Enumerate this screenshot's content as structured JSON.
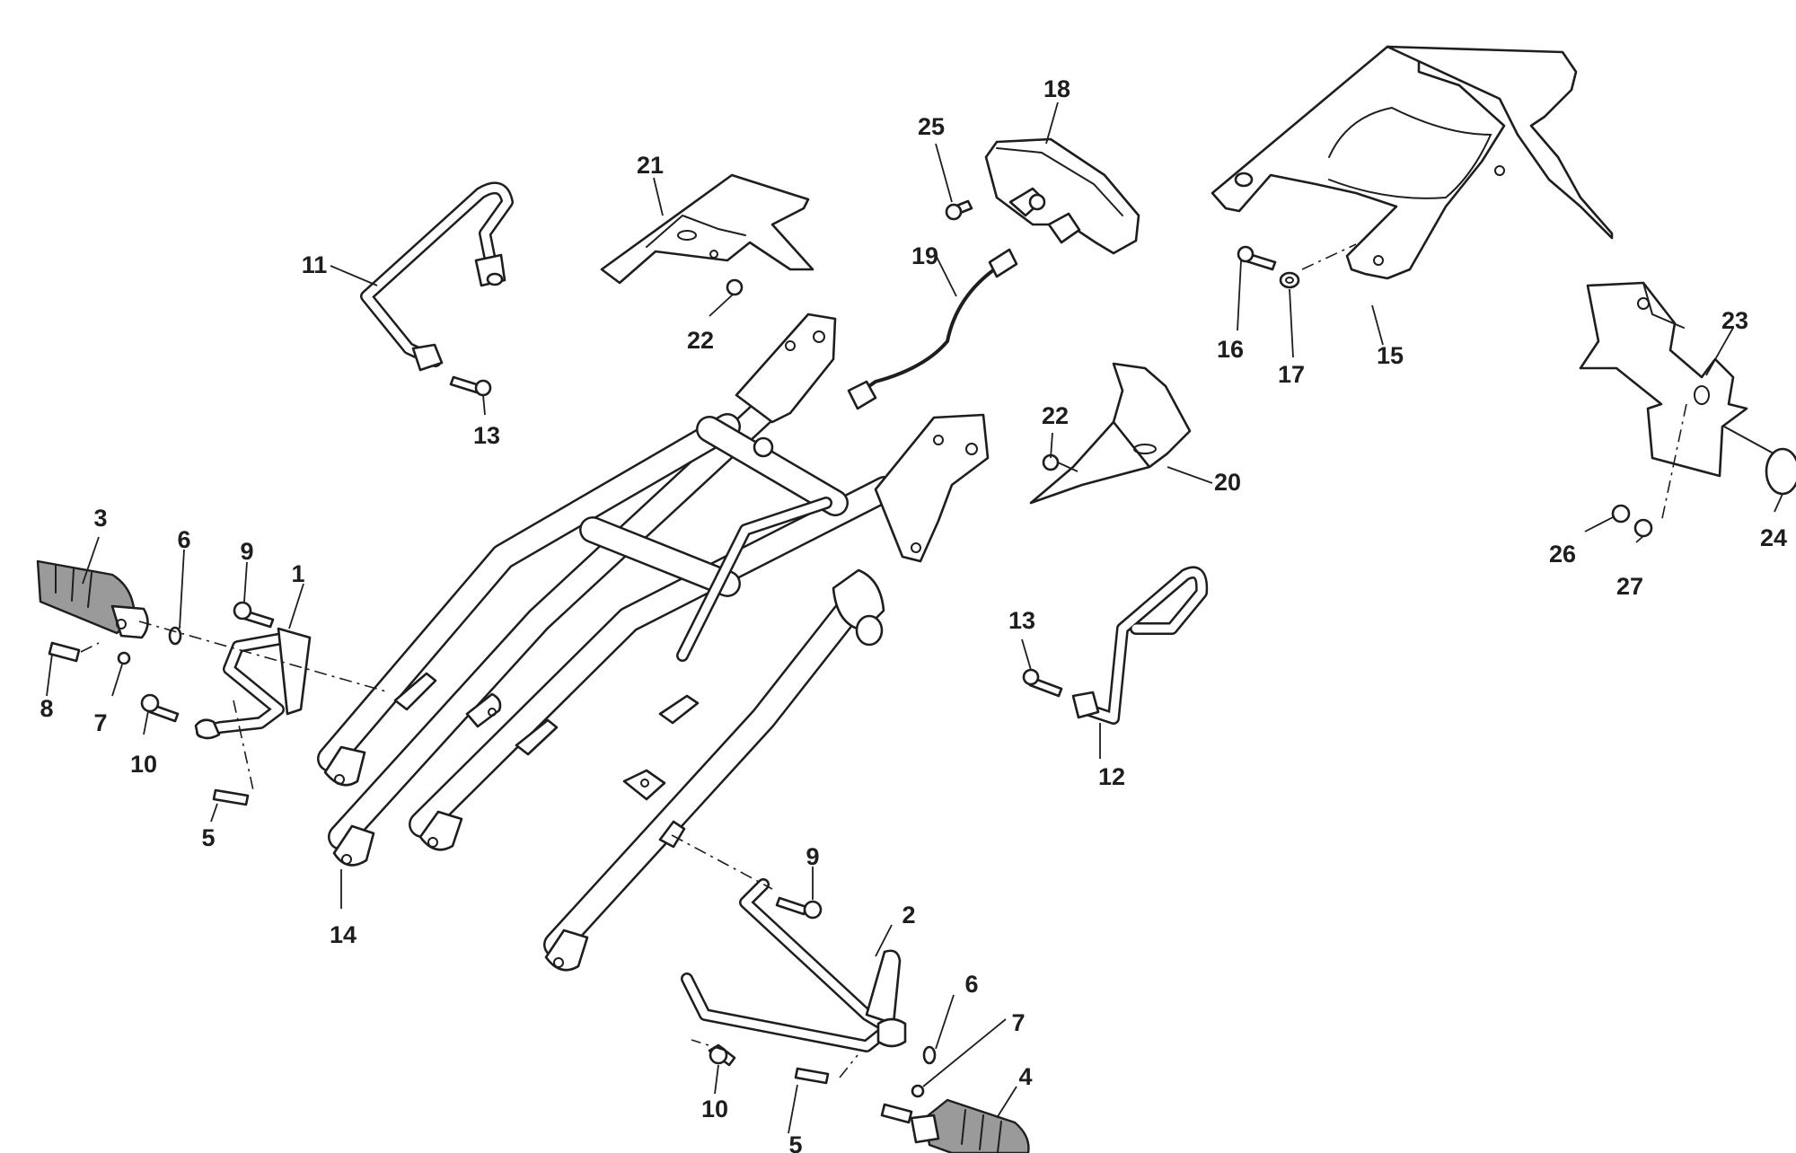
{
  "diagram": {
    "callouts": {
      "c1": "1",
      "c2": "2",
      "c3": "3",
      "c4": "4",
      "c5a": "5",
      "c5b": "5",
      "c6a": "6",
      "c6b": "6",
      "c7a": "7",
      "c7b": "7",
      "c8": "8",
      "c9a": "9",
      "c9b": "9",
      "c10a": "10",
      "c10b": "10",
      "c11": "11",
      "c12": "12",
      "c13a": "13",
      "c13b": "13",
      "c14": "14",
      "c15": "15",
      "c16": "16",
      "c17": "17",
      "c18": "18",
      "c19": "19",
      "c20": "20",
      "c21": "21",
      "c22a": "22",
      "c22b": "22",
      "c23": "23",
      "c24": "24",
      "c25": "25",
      "c26": "26",
      "c27": "27"
    }
  }
}
